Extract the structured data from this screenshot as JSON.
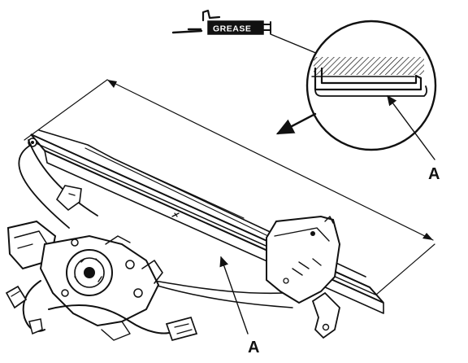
{
  "callouts": {
    "grease": "GREASE",
    "label_a_detail": "A",
    "label_a_main": "A"
  },
  "colors": {
    "ink": "#111111",
    "paper": "#ffffff"
  }
}
